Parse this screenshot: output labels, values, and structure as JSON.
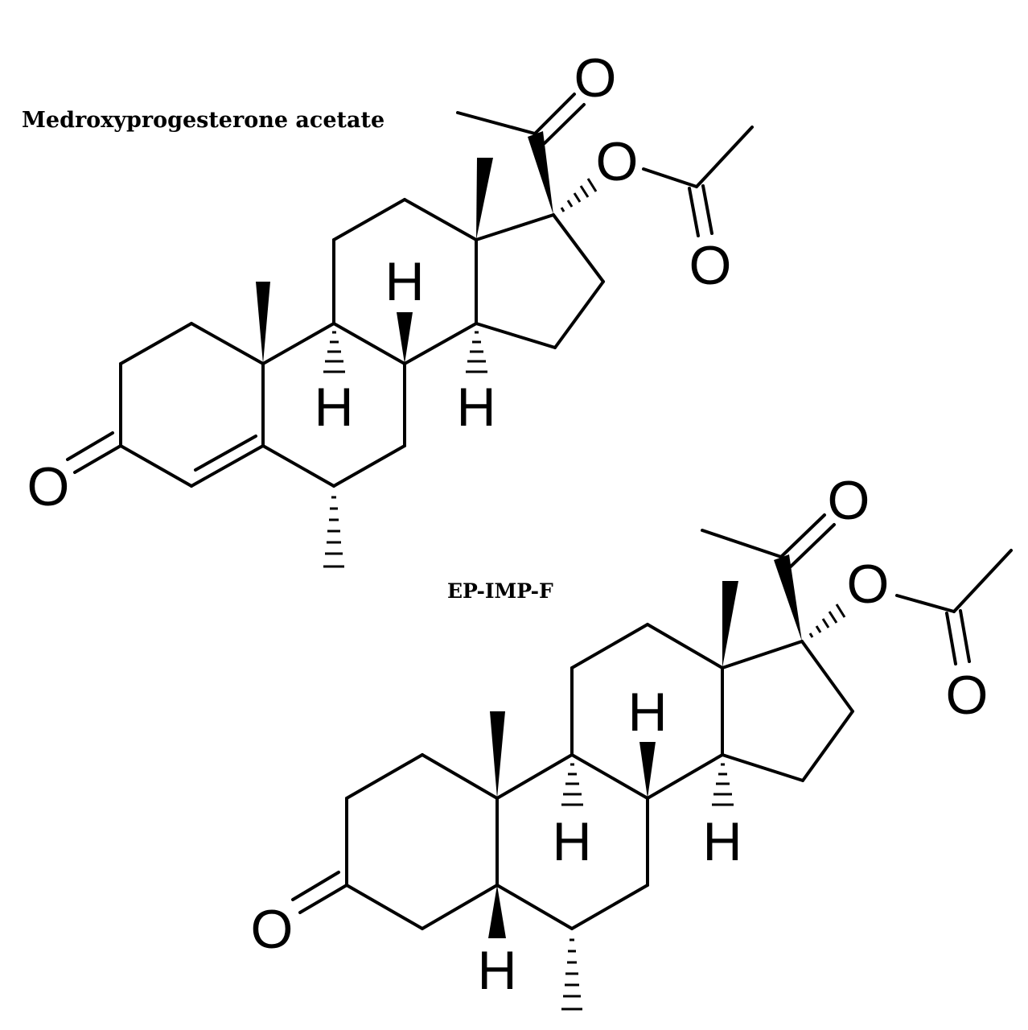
{
  "structures": [
    {
      "id": "top",
      "name": "Medroxyprogesterone acetate"
    },
    {
      "id": "bottom",
      "name": "EP-IMP-F"
    }
  ],
  "atoms": {
    "oxygen": "O",
    "hydrogen": "H"
  }
}
